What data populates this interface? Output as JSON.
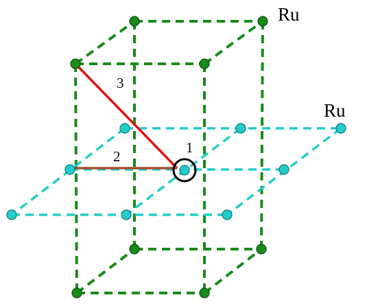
{
  "labels": {
    "ru_top": "Ru",
    "ru_side": "Ru",
    "site_1": "1",
    "bond_2": "2",
    "bond_3": "3"
  },
  "colors": {
    "green": "#1a8a1a",
    "cyan": "#22cccc",
    "red": "#e01010",
    "brown": "#a0522d",
    "circle": "#000000",
    "text": "#000000",
    "atom_outline": "#0d4d0d",
    "cyan_outline": "#117777"
  }
}
